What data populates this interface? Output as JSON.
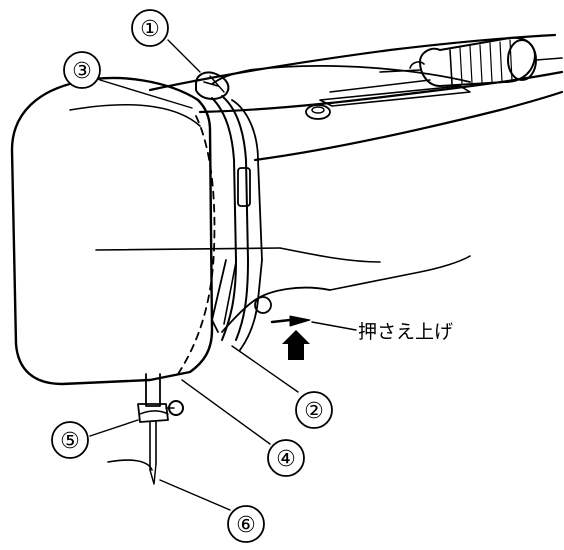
{
  "diagram": {
    "callouts": [
      {
        "id": "1",
        "label": "①"
      },
      {
        "id": "2",
        "label": "②"
      },
      {
        "id": "3",
        "label": "③"
      },
      {
        "id": "4",
        "label": "④"
      },
      {
        "id": "5",
        "label": "⑤"
      },
      {
        "id": "6",
        "label": "⑥"
      }
    ],
    "annotation": "押さえ上げ"
  }
}
